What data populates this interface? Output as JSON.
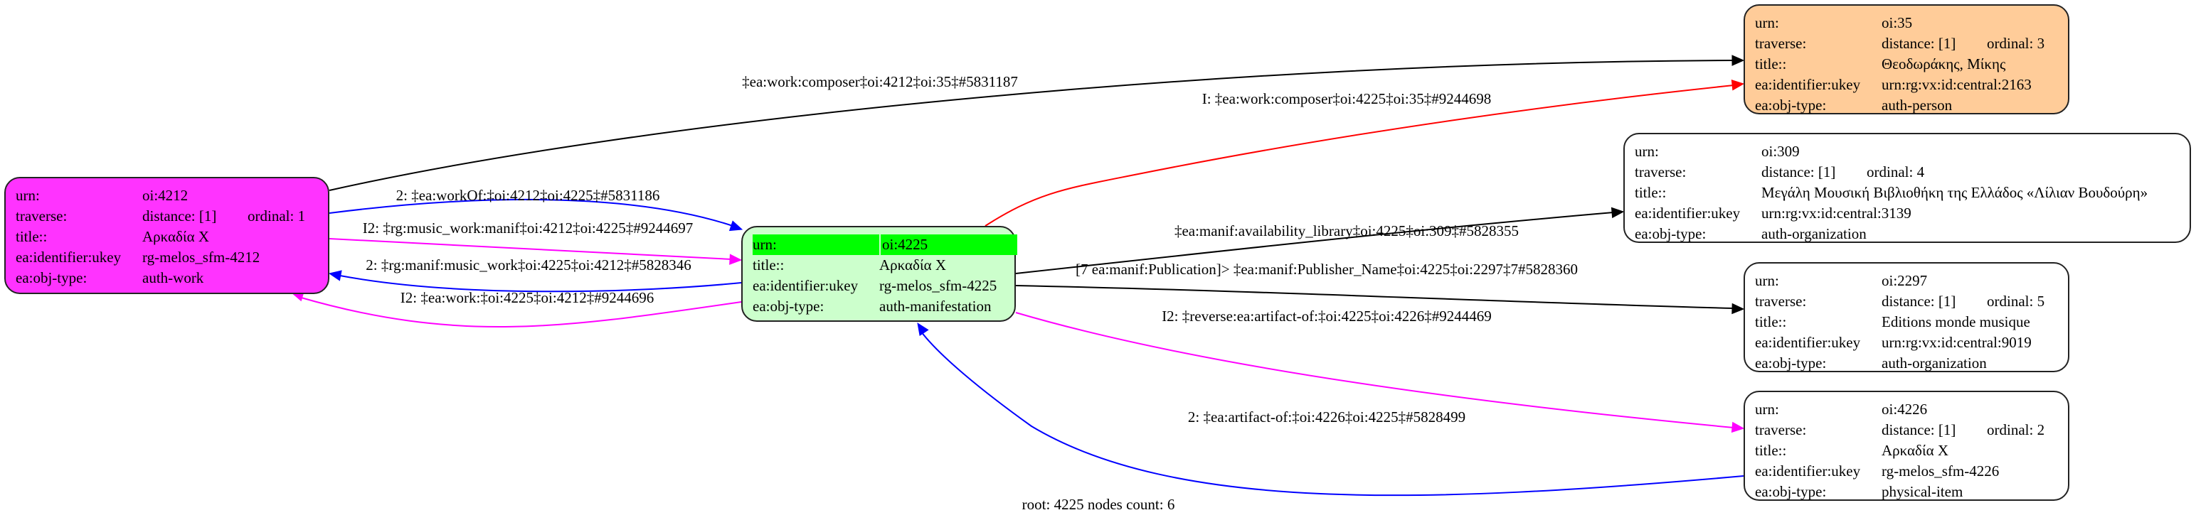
{
  "nodes": [
    {
      "id": "n4212",
      "fill": "#ff33ff",
      "rows": {
        "urn": [
          "urn:",
          "oi:4212"
        ],
        "traverse": [
          "traverse:",
          "distance: [1]",
          "ordinal: 1"
        ],
        "title": [
          "title::",
          "Αρκαδία X"
        ],
        "ident": [
          "ea:identifier:ukey",
          "rg-melos_sfm-4212"
        ],
        "type": [
          "ea:obj-type:",
          "auth-work"
        ]
      }
    },
    {
      "id": "n4225",
      "fill": "#ccffcc",
      "highlight": "#00ff00",
      "rows": {
        "urn": [
          "urn:",
          "oi:4225"
        ],
        "title": [
          "title::",
          "Αρκαδία X"
        ],
        "ident": [
          "ea:identifier:ukey",
          "rg-melos_sfm-4225"
        ],
        "type": [
          "ea:obj-type:",
          "auth-manifestation"
        ]
      }
    },
    {
      "id": "n35",
      "fill": "#ffcc99",
      "rows": {
        "urn": [
          "urn:",
          "oi:35"
        ],
        "traverse": [
          "traverse:",
          "distance: [1]",
          "ordinal: 3"
        ],
        "title": [
          "title::",
          "Θεοδωράκης, Μίκης"
        ],
        "ident": [
          "ea:identifier:ukey",
          "urn:rg:vx:id:central:2163"
        ],
        "type": [
          "ea:obj-type:",
          "auth-person"
        ]
      }
    },
    {
      "id": "n309",
      "fill": "#ffffff",
      "rows": {
        "urn": [
          "urn:",
          "oi:309"
        ],
        "traverse": [
          "traverse:",
          "distance: [1]",
          "ordinal: 4"
        ],
        "title": [
          "title::",
          "Μεγάλη Μουσική Βιβλιοθήκη της Ελλάδος «Λίλιαν Βουδούρη»"
        ],
        "ident": [
          "ea:identifier:ukey",
          "urn:rg:vx:id:central:3139"
        ],
        "type": [
          "ea:obj-type:",
          "auth-organization"
        ]
      }
    },
    {
      "id": "n2297",
      "fill": "#ffffff",
      "rows": {
        "urn": [
          "urn:",
          "oi:2297"
        ],
        "traverse": [
          "traverse:",
          "distance: [1]",
          "ordinal: 5"
        ],
        "title": [
          "title::",
          "Editions monde musique"
        ],
        "ident": [
          "ea:identifier:ukey",
          "urn:rg:vx:id:central:9019"
        ],
        "type": [
          "ea:obj-type:",
          "auth-organization"
        ]
      }
    },
    {
      "id": "n4226",
      "fill": "#ffffff",
      "rows": {
        "urn": [
          "urn:",
          "oi:4226"
        ],
        "traverse": [
          "traverse:",
          "distance: [1]",
          "ordinal: 2"
        ],
        "title": [
          "title::",
          "Αρκαδία X"
        ],
        "ident": [
          "ea:identifier:ukey",
          "rg-melos_sfm-4226"
        ],
        "type": [
          "ea:obj-type:",
          "physical-item"
        ]
      }
    }
  ],
  "edges": [
    {
      "from": "oi:4212",
      "to": "oi:35",
      "color": "#000000",
      "label": "‡ea:work:composer‡oi:4212‡oi:35‡#5831187"
    },
    {
      "from": "oi:4225",
      "to": "oi:35",
      "color": "#ff0000",
      "label": "I: ‡ea:work:composer‡oi:4225‡oi:35‡#9244698"
    },
    {
      "from": "oi:4212",
      "to": "oi:4225",
      "color": "#0000ff",
      "label": "2: ‡ea:workOf:‡oi:4212‡oi:4225‡#5831186"
    },
    {
      "from": "oi:4212",
      "to": "oi:4225",
      "color": "#ff00ff",
      "label": "I2: ‡rg:music_work:manif‡oi:4212‡oi:4225‡#9244697"
    },
    {
      "from": "oi:4225",
      "to": "oi:4212",
      "color": "#0000ff",
      "label": "2: ‡rg:manif:music_work‡oi:4225‡oi:4212‡#5828346"
    },
    {
      "from": "oi:4225",
      "to": "oi:4212",
      "color": "#ff00ff",
      "label": "I2: ‡ea:work:‡oi:4225‡oi:4212‡#9244696"
    },
    {
      "from": "oi:4225",
      "to": "oi:309",
      "color": "#000000",
      "label": "‡ea:manif:availability_library‡oi:4225‡oi:309‡#5828355"
    },
    {
      "from": "oi:4225",
      "to": "oi:2297",
      "color": "#000000",
      "label": "[7 ea:manif:Publication]> ‡ea:manif:Publisher_Name‡oi:4225‡oi:2297‡7#5828360"
    },
    {
      "from": "oi:4225",
      "to": "oi:4226",
      "color": "#ff00ff",
      "label": "I2: ‡reverse:ea:artifact-of:‡oi:4225‡oi:4226‡#9244469"
    },
    {
      "from": "oi:4226",
      "to": "oi:4225",
      "color": "#0000ff",
      "label": "2: ‡ea:artifact-of:‡oi:4226‡oi:4225‡#5828499"
    }
  ],
  "footer": {
    "root_label": "root: 4225 nodes count: 6"
  }
}
